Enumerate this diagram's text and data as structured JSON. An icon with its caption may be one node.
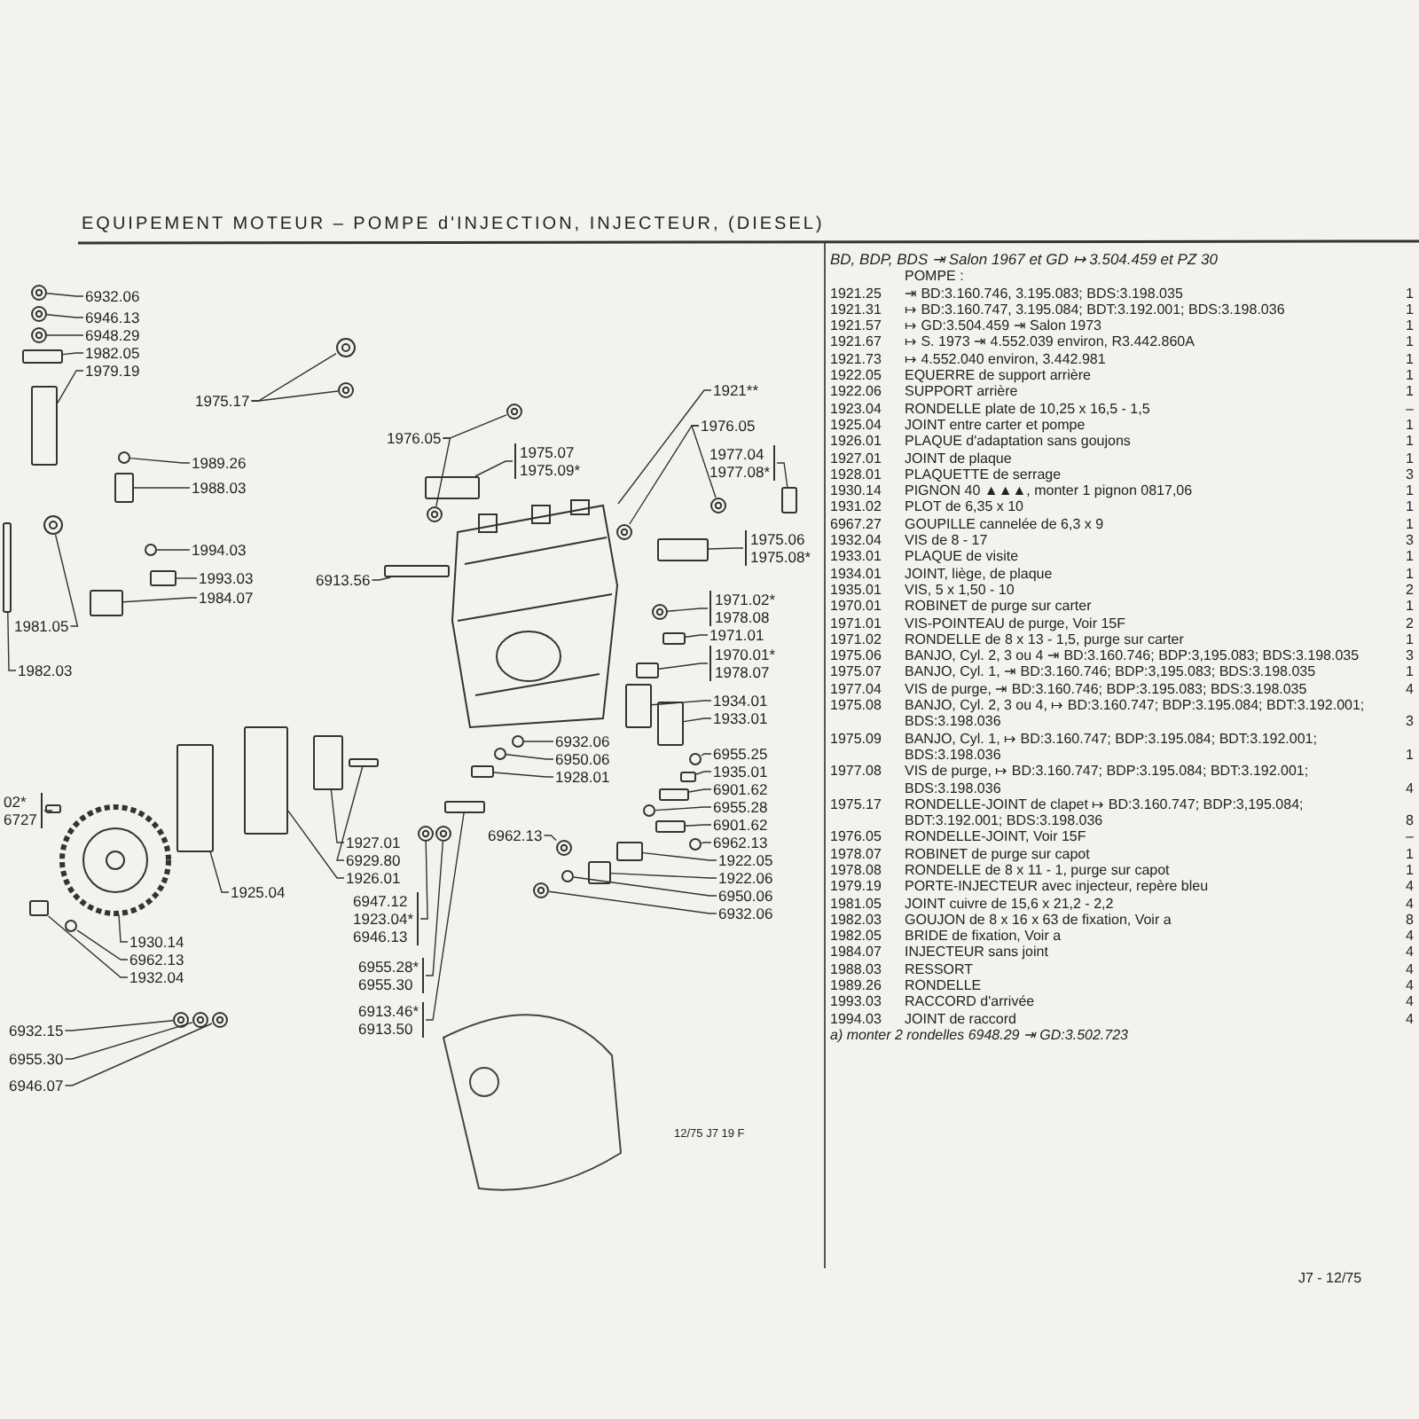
{
  "diagram": {
    "title": "EQUIPEMENT MOTEUR – POMPE d'INJECTION, INJECTEUR, (DIESEL)",
    "nodes": [
      {
        "text": [
          "6932.06"
        ]
      },
      {
        "text": [
          "6946.13"
        ]
      },
      {
        "text": [
          "6948.29"
        ]
      },
      {
        "text": [
          "1982.05"
        ]
      },
      {
        "text": [
          "1979.19"
        ]
      },
      {
        "text": [
          "1975.17"
        ]
      },
      {
        "text": [
          "1921**"
        ]
      },
      {
        "text": [
          "1976.05"
        ]
      },
      {
        "text": [
          "1976.05"
        ]
      },
      {
        "text": [
          "1975.07",
          "1975.09*"
        ]
      },
      {
        "text": [
          "1977.04",
          "1977.08*"
        ]
      },
      {
        "text": [
          "1989.26"
        ]
      },
      {
        "text": [
          "1988.03"
        ]
      },
      {
        "text": [
          "1975.06",
          "1975.08*"
        ]
      },
      {
        "text": [
          "1994.03"
        ]
      },
      {
        "text": [
          "1993.03"
        ]
      },
      {
        "text": [
          "6913.56"
        ]
      },
      {
        "text": [
          "1984.07"
        ]
      },
      {
        "text": [
          "1971.02*",
          "1978.08"
        ]
      },
      {
        "text": [
          "1981.05"
        ]
      },
      {
        "text": [
          "1971.01"
        ]
      },
      {
        "text": [
          "1970.01*",
          "1978.07"
        ]
      },
      {
        "text": [
          "1982.03"
        ]
      },
      {
        "text": [
          "1934.01"
        ]
      },
      {
        "text": [
          "1933.01"
        ]
      },
      {
        "text": [
          "6932.06"
        ]
      },
      {
        "text": [
          "6955.25"
        ]
      },
      {
        "text": [
          "6950.06"
        ]
      },
      {
        "text": [
          "1935.01"
        ]
      },
      {
        "text": [
          "1928.01"
        ]
      },
      {
        "text": [
          "6901.62"
        ]
      },
      {
        "text": [
          "02*",
          "6727"
        ]
      },
      {
        "text": [
          "6955.28"
        ]
      },
      {
        "text": [
          "6901.62"
        ]
      },
      {
        "text": [
          "6962.13"
        ]
      },
      {
        "text": [
          "6962.13"
        ]
      },
      {
        "text": [
          "1927.01"
        ]
      },
      {
        "text": [
          "1922.05"
        ]
      },
      {
        "text": [
          "6929.80"
        ]
      },
      {
        "text": [
          "1922.06"
        ]
      },
      {
        "text": [
          "1926.01"
        ]
      },
      {
        "text": [
          "1925.04"
        ]
      },
      {
        "text": [
          "6950.06"
        ]
      },
      {
        "text": [
          "6947.12",
          "1923.04*",
          "6946.13"
        ]
      },
      {
        "text": [
          "6932.06"
        ]
      },
      {
        "text": [
          "1930.14"
        ]
      },
      {
        "text": [
          "6962.13"
        ]
      },
      {
        "text": [
          "6955.28*",
          "6955.30"
        ]
      },
      {
        "text": [
          "1932.04"
        ]
      },
      {
        "text": [
          "6913.46*",
          "6913.50"
        ]
      },
      {
        "text": [
          "6932.15"
        ]
      },
      {
        "text": [
          "6955.30"
        ]
      },
      {
        "text": [
          "6946.07"
        ]
      },
      {
        "text": [],
        "shape": "circle"
      },
      {
        "text": [],
        "shape": "circle"
      },
      {
        "text": [],
        "shape": "circle"
      },
      {
        "text": [],
        "shape": "box"
      },
      {
        "text": [],
        "shape": "box"
      },
      {
        "text": [],
        "shape": "circle"
      },
      {
        "text": [],
        "shape": "circle"
      },
      {
        "text": [],
        "shape": "picture"
      },
      {
        "text": [],
        "shape": "circle"
      },
      {
        "text": [],
        "shape": "circle"
      },
      {
        "text": [],
        "shape": "circle"
      },
      {
        "text": [],
        "shape": "circle"
      },
      {
        "text": [],
        "shape": "box"
      },
      {
        "text": [],
        "shape": "box"
      },
      {
        "text": [],
        "shape": "circle"
      },
      {
        "text": [],
        "shape": "box"
      },
      {
        "text": [],
        "shape": "box"
      },
      {
        "text": [],
        "shape": "circle"
      },
      {
        "text": [],
        "shape": "box"
      },
      {
        "text": [],
        "shape": "box"
      },
      {
        "text": [],
        "shape": "box"
      },
      {
        "text": [],
        "shape": "circle"
      },
      {
        "text": [],
        "shape": "circle"
      },
      {
        "text": [],
        "shape": "box"
      },
      {
        "text": [],
        "shape": "box"
      },
      {
        "text": [],
        "shape": "box"
      },
      {
        "text": [],
        "shape": "box"
      },
      {
        "text": [],
        "shape": "box"
      },
      {
        "text": [],
        "shape": "circle"
      },
      {
        "text": [],
        "shape": "circle"
      },
      {
        "text": [],
        "shape": "circle"
      },
      {
        "text": [],
        "shape": "box"
      },
      {
        "text": [],
        "shape": "box"
      },
      {
        "text": [],
        "shape": "box"
      },
      {
        "text": [],
        "shape": "box"
      },
      {
        "text": [],
        "shape": "circle"
      },
      {
        "text": [],
        "shape": "box"
      },
      {
        "text": [],
        "shape": "circle"
      },
      {
        "text": [],
        "shape": "circle"
      },
      {
        "text": [],
        "shape": "box"
      },
      {
        "text": [],
        "shape": "box"
      },
      {
        "text": [],
        "shape": "box"
      },
      {
        "text": [],
        "shape": "box"
      },
      {
        "text": [],
        "shape": "box"
      },
      {
        "text": [],
        "shape": "box"
      },
      {
        "text": [],
        "shape": "circle"
      },
      {
        "text": [],
        "shape": "circle"
      },
      {
        "text": [],
        "shape": "circle"
      },
      {
        "text": [],
        "shape": "picture"
      },
      {
        "text": [],
        "shape": "circle"
      },
      {
        "text": [],
        "shape": "circle"
      },
      {
        "text": [],
        "shape": "box"
      },
      {
        "text": [],
        "shape": "box"
      },
      {
        "text": [],
        "shape": "circle"
      },
      {
        "text": [],
        "shape": "circle"
      },
      {
        "text": [],
        "shape": "circle"
      }
    ],
    "edges": [
      {
        "from": 0,
        "to": 53,
        "arrow": "none"
      },
      {
        "from": 1,
        "to": 54,
        "arrow": "none"
      },
      {
        "from": 2,
        "to": 55,
        "arrow": "none"
      },
      {
        "from": 3,
        "to": 56,
        "arrow": "none"
      },
      {
        "from": 4,
        "to": 57,
        "arrow": "none"
      },
      {
        "from": 5,
        "to": 58,
        "arrow": "none"
      },
      {
        "from": 5,
        "to": 59,
        "arrow": "none"
      },
      {
        "from": 6,
        "to": 60,
        "arrow": "none"
      },
      {
        "from": 7,
        "to": 61,
        "arrow": "none"
      },
      {
        "from": 7,
        "to": 62,
        "arrow": "none"
      },
      {
        "from": 8,
        "to": 63,
        "arrow": "none"
      },
      {
        "from": 8,
        "to": 64,
        "arrow": "none"
      },
      {
        "from": 9,
        "to": 65,
        "arrow": "none"
      },
      {
        "from": 10,
        "to": 66,
        "arrow": "none"
      },
      {
        "from": 11,
        "to": 67,
        "arrow": "none"
      },
      {
        "from": 12,
        "to": 68,
        "arrow": "none"
      },
      {
        "from": 13,
        "to": 69,
        "arrow": "none"
      },
      {
        "from": 14,
        "to": 70,
        "arrow": "none"
      },
      {
        "from": 15,
        "to": 71,
        "arrow": "none"
      },
      {
        "from": 16,
        "to": 72,
        "arrow": "none"
      },
      {
        "from": 17,
        "to": 73,
        "arrow": "none"
      },
      {
        "from": 18,
        "to": 74,
        "arrow": "none"
      },
      {
        "from": 19,
        "to": 75,
        "arrow": "none"
      },
      {
        "from": 20,
        "to": 76,
        "arrow": "none"
      },
      {
        "from": 21,
        "to": 77,
        "arrow": "none"
      },
      {
        "from": 22,
        "to": 78,
        "arrow": "none"
      },
      {
        "from": 23,
        "to": 79,
        "arrow": "none"
      },
      {
        "from": 24,
        "to": 80,
        "arrow": "none"
      },
      {
        "from": 25,
        "to": 81,
        "arrow": "none"
      },
      {
        "from": 26,
        "to": 82,
        "arrow": "none"
      },
      {
        "from": 27,
        "to": 83,
        "arrow": "none"
      },
      {
        "from": 28,
        "to": 84,
        "arrow": "none"
      },
      {
        "from": 29,
        "to": 85,
        "arrow": "none"
      },
      {
        "from": 30,
        "to": 86,
        "arrow": "none"
      },
      {
        "from": 31,
        "to": 87,
        "arrow": "none"
      },
      {
        "from": 32,
        "to": 88,
        "arrow": "none"
      },
      {
        "from": 33,
        "to": 89,
        "arrow": "none"
      },
      {
        "from": 34,
        "to": 90,
        "arrow": "none"
      },
      {
        "from": 35,
        "to": 91,
        "arrow": "none"
      },
      {
        "from": 36,
        "to": 92,
        "arrow": "none"
      },
      {
        "from": 37,
        "to": 93,
        "arrow": "none"
      },
      {
        "from": 38,
        "to": 94,
        "arrow": "none"
      },
      {
        "from": 39,
        "to": 95,
        "arrow": "none"
      },
      {
        "from": 40,
        "to": 96,
        "arrow": "none"
      },
      {
        "from": 41,
        "to": 97,
        "arrow": "none"
      },
      {
        "from": 42,
        "to": 98,
        "arrow": "none"
      },
      {
        "from": 43,
        "to": 99,
        "arrow": "none"
      },
      {
        "from": 44,
        "to": 100,
        "arrow": "none"
      },
      {
        "from": 45,
        "to": 101,
        "arrow": "none"
      },
      {
        "from": 46,
        "to": 102,
        "arrow": "none"
      },
      {
        "from": 47,
        "to": 103,
        "arrow": "none"
      },
      {
        "from": 48,
        "to": 104,
        "arrow": "none"
      },
      {
        "from": 49,
        "to": 105,
        "arrow": "none"
      },
      {
        "from": 50,
        "to": 106,
        "arrow": "none"
      },
      {
        "from": 51,
        "to": 107,
        "arrow": "none"
      },
      {
        "from": 52,
        "to": 108,
        "arrow": "none"
      }
    ],
    "labels": [
      "12/75 J7 19 F",
      "BD, BDP, BDS ⇥ Salon 1967 et GD ↦ 3.504.459 et PZ 30",
      "POMPE :",
      "1921.25",
      "⇥ BD:3.160.746, 3.195.083; BDS:3.198.035",
      "1",
      "1921.31",
      "↦ BD:3.160.747, 3.195.084; BDT:3.192.001; BDS:3.198.036",
      "1",
      "1921.57",
      "↦ GD:3.504.459 ⇥ Salon 1973",
      "1",
      "1921.67",
      "↦ S. 1973 ⇥ 4.552.039 environ, R3.442.860A",
      "1",
      "1921.73",
      "↦ 4.552.040 environ, 3.442.981",
      "1",
      "1922.05",
      "EQUERRE de support arrière",
      "1",
      "1922.06",
      "SUPPORT arrière",
      "1",
      "1923.04",
      "RONDELLE plate de 10,25 x 16,5 - 1,5",
      "–",
      "1925.04",
      "JOINT entre carter et pompe",
      "1",
      "1926.01",
      "PLAQUE d'adaptation sans goujons",
      "1",
      "1927.01",
      "JOINT de plaque",
      "1",
      "1928.01",
      "PLAQUETTE de serrage",
      "3",
      "1930.14",
      "PIGNON 40 ▲▲▲, monter 1 pignon 0817,06",
      "1",
      "1931.02",
      "PLOT de 6,35 x 10",
      "1",
      "6967.27",
      "GOUPILLE cannelée de 6,3 x 9",
      "1",
      "1932.04",
      "VIS de 8 - 17",
      "3",
      "1933.01",
      "PLAQUE de visite",
      "1",
      "1934.01",
      "JOINT, liège, de plaque",
      "1",
      "1935.01",
      "VIS, 5 x 1,50 - 10",
      "2",
      "1970.01",
      "ROBINET de purge sur carter",
      "1",
      "1971.01",
      "VIS-POINTEAU de purge, Voir 15F",
      "2",
      "1971.02",
      "RONDELLE de 8 x 13 - 1,5, purge sur carter",
      "1",
      "1975.06",
      "BANJO, Cyl. 2, 3 ou 4 ⇥ BD:3.160.746; BDP:3,195.083; BDS:3.198.035",
      "3",
      "1975.07",
      "BANJO, Cyl. 1, ⇥ BD:3.160.746; BDP:3,195.083; BDS:3.198.035",
      "1",
      "1977.04",
      "VIS de purge, ⇥ BD:3.160.746; BDP:3.195.083; BDS:3.198.035",
      "4",
      "1975.08",
      "BANJO, Cyl. 2, 3 ou 4, ↦ BD:3.160.747; BDP:3.195.084; BDT:3.192.001; BDS:3.198.036",
      "3",
      "1975.09",
      "BANJO, Cyl. 1, ↦ BD:3.160.747; BDP:3.195.084; BDT:3.192.001; BDS:3.198.036",
      "1",
      "1977.08",
      "VIS de purge, ↦ BD:3.160.747; BDP:3.195.084; BDT:3.192.001; BDS:3.198.036",
      "4",
      "1975.17",
      "RONDELLE-JOINT de clapet ↦ BD:3.160.747; BDP:3,195.084; BDT:3.192.001; BDS:3.198.036",
      "8",
      "1976.05",
      "RONDELLE-JOINT, Voir 15F",
      "–",
      "1978.07",
      "ROBINET de purge sur capot",
      "1",
      "1978.08",
      "RONDELLE de 8 x 11 - 1, purge sur capot",
      "1",
      "1979.19",
      "PORTE-INJECTEUR avec injecteur, repère bleu",
      "4",
      "1981.05",
      "JOINT cuivre de 15,6 x 21,2 - 2,2",
      "4",
      "1982.03",
      "GOUJON de 8 x 16 x 63 de fixation, Voir a",
      "8",
      "1982.05",
      "BRIDE de fixation, Voir a",
      "4",
      "1984.07",
      "INJECTEUR sans joint",
      "4",
      "1988.03",
      "RESSORT",
      "4",
      "1989.26",
      "RONDELLE",
      "4",
      "1993.03",
      "RACCORD d'arrivée",
      "4",
      "1994.03",
      "JOINT de raccord",
      "4",
      "a) monter 2 rondelles 6948.29 ⇥ GD:3.502.723",
      "J7 - 12/75"
    ]
  }
}
